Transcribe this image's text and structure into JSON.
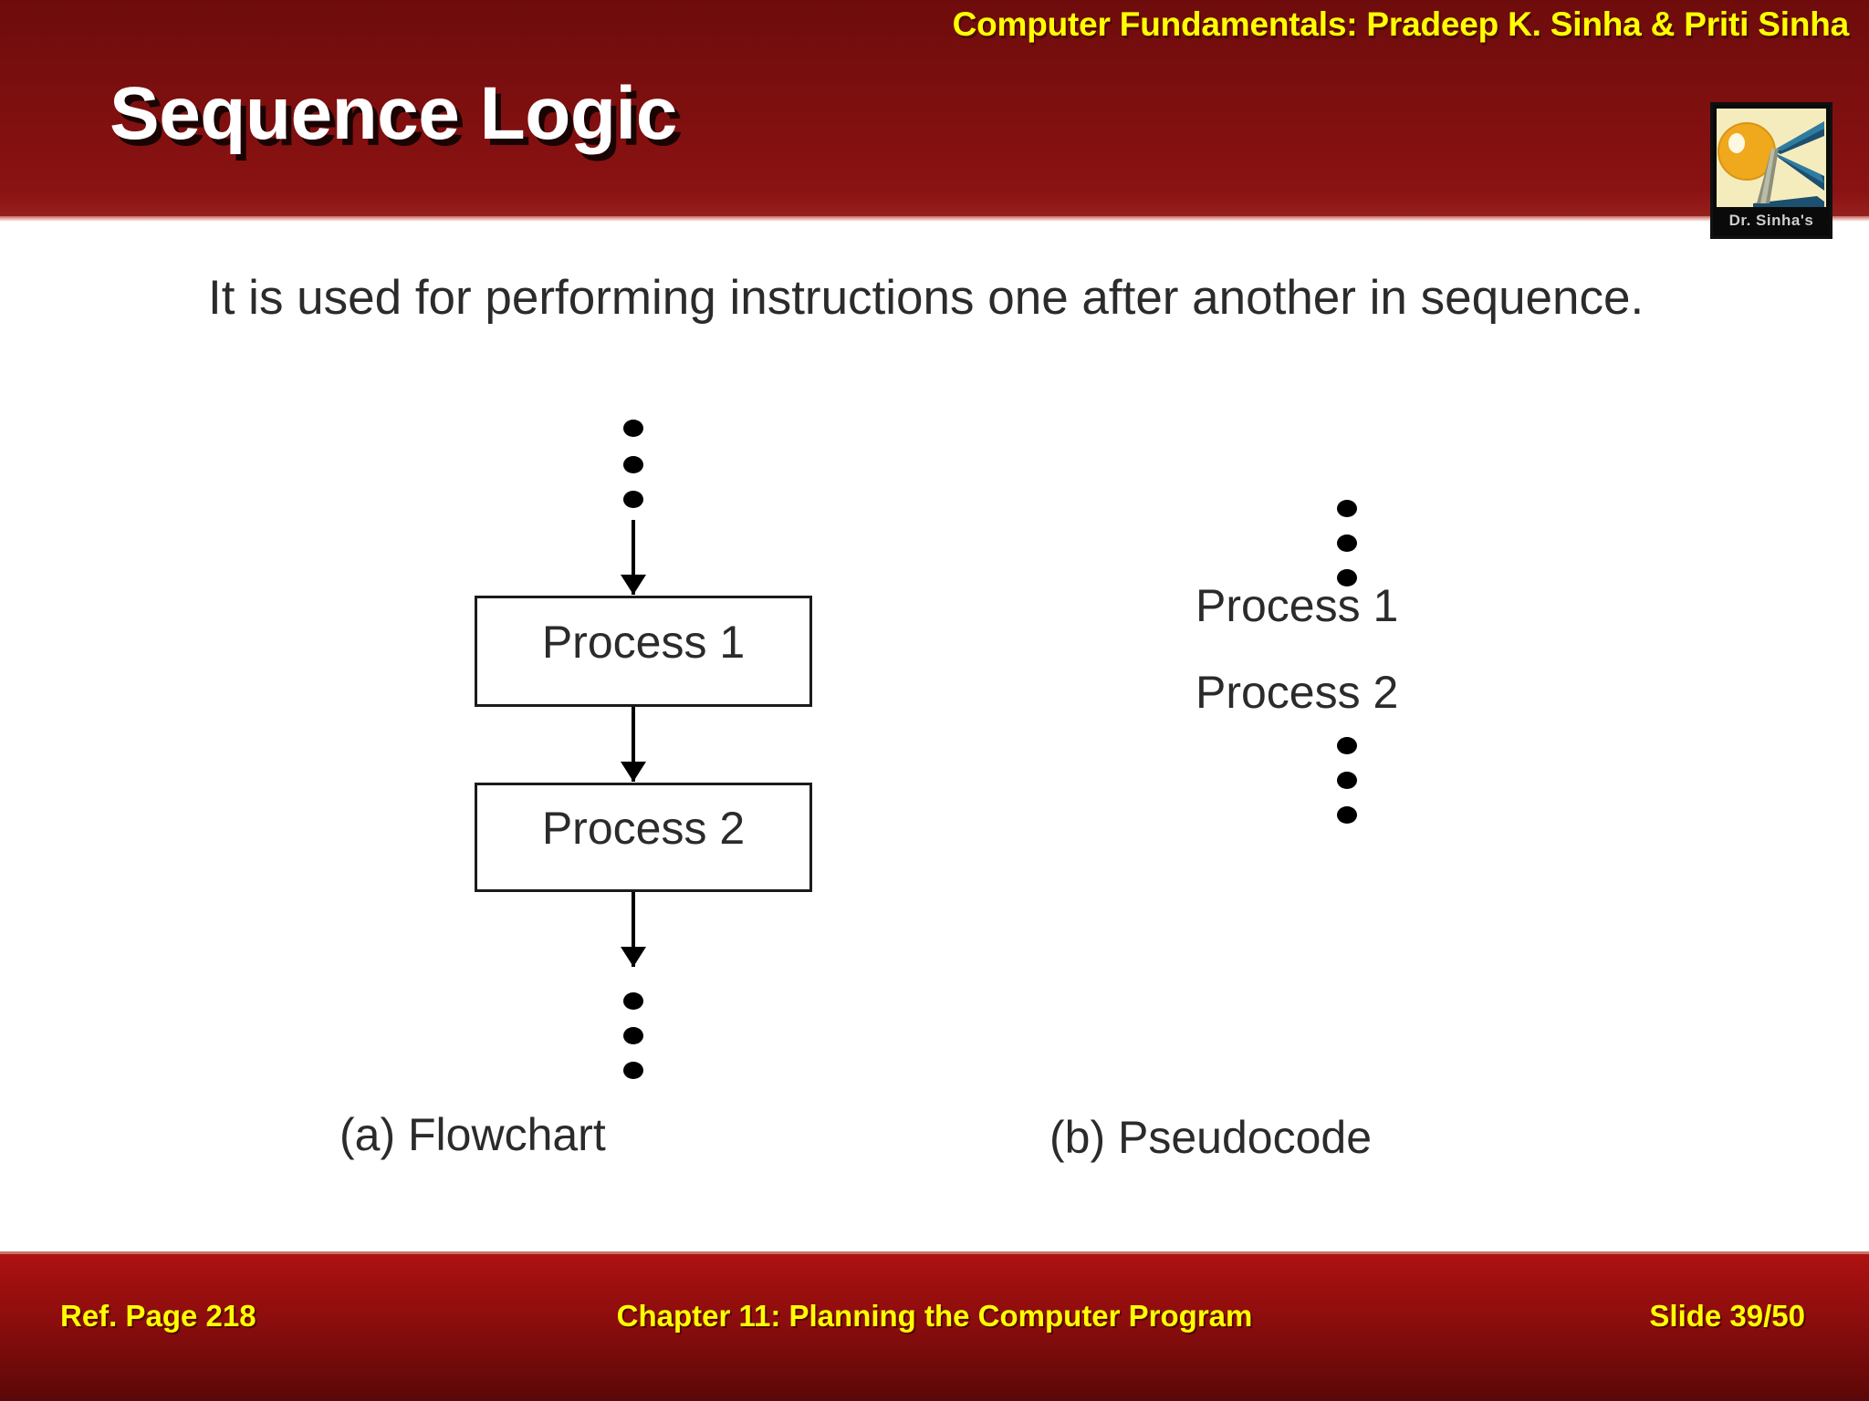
{
  "header": {
    "subtitle": "Computer Fundamentals: Pradeep K. Sinha & Priti Sinha",
    "title": "Sequence Logic",
    "logo_caption": "Dr. Sinha's",
    "logo_icon": "ds-monogram-logo",
    "background_color": "#7d0f0f",
    "title_color": "#ffffff",
    "subtitle_color": "#ffff00"
  },
  "body": {
    "paragraph": "It is used for performing instructions one after another in sequence."
  },
  "diagram": {
    "flowchart": {
      "caption": "(a)  Flowchart",
      "top_ellipsis": "•••",
      "bottom_ellipsis": "•••",
      "boxes": [
        {
          "label": "Process 1"
        },
        {
          "label": "Process 2"
        }
      ]
    },
    "pseudocode": {
      "caption": "(b)  Pseudocode",
      "top_ellipsis": "•••",
      "bottom_ellipsis": "•••",
      "lines": [
        {
          "label": "Process 1"
        },
        {
          "label": "Process 2"
        }
      ]
    }
  },
  "footer": {
    "ref_page": "Ref. Page  218",
    "chapter": "Chapter 11: Planning the Computer Program",
    "slide_number": "Slide 39/50",
    "text_color": "#ffff00",
    "background_color": "#8b0d0d"
  }
}
